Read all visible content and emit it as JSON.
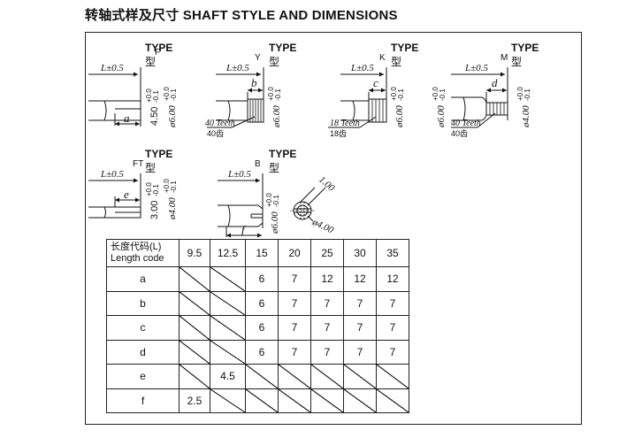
{
  "title": "转轴式样及尺寸  SHAFT STYLE AND DIMENSIONS",
  "common": {
    "type_label": "TYPE",
    "type_cn": "型",
    "length_tol": "L±0.5"
  },
  "types": {
    "F": {
      "code": "F",
      "dim": "a",
      "dia": "4.50",
      "dia_tol_top": "+0.0",
      "dia_tol_bot": "-0.1",
      "od": "ø6.00",
      "od_tol_top": "+0.0",
      "od_tol_bot": "-0.1"
    },
    "Y": {
      "code": "Y",
      "dim": "b",
      "od": "ø6.00",
      "od_tol_top": "+0.0",
      "od_tol_bot": "-0.1",
      "teeth": "40 Teeth",
      "teeth_cn": "40齿"
    },
    "K": {
      "code": "K",
      "dim": "c",
      "od": "ø6.00",
      "od_tol_top": "+0.0",
      "od_tol_bot": "-0.1",
      "teeth": "18 Teeth",
      "teeth_cn": "18齿"
    },
    "M": {
      "code": "M",
      "dim": "d",
      "od": "ø6.00",
      "od_tol_top": "+0.0",
      "od_tol_bot": "-0.1",
      "od2": "ø4.00",
      "od2_tol_top": "+0.0",
      "od2_tol_bot": "-0.1",
      "teeth": "40 Teeth",
      "teeth_cn": "40齿"
    },
    "FT": {
      "code": "FT",
      "dim": "e",
      "dia": "3.00",
      "dia_tol_top": "+0.0",
      "dia_tol_bot": "-0.1",
      "od": "ø4.00",
      "od_tol_top": "+0.0",
      "od_tol_bot": "-0.1"
    },
    "B": {
      "code": "B",
      "dim": "f",
      "od": "ø6.00",
      "od_tol_top": "+0.0",
      "od_tol_bot": "-0.1",
      "slot": "1.00",
      "end_dia": "ø4.00"
    }
  },
  "table": {
    "header_cn": "长度代码(L)",
    "header_en": "Length code",
    "lengths": [
      "9.5",
      "12.5",
      "15",
      "20",
      "25",
      "30",
      "35"
    ],
    "rows": [
      {
        "label": "a",
        "values": [
          "",
          "",
          "6",
          "7",
          "12",
          "12",
          "12"
        ]
      },
      {
        "label": "b",
        "values": [
          "",
          "",
          "6",
          "7",
          "7",
          "7",
          "7"
        ]
      },
      {
        "label": "c",
        "values": [
          "",
          "",
          "6",
          "7",
          "7",
          "7",
          "7"
        ]
      },
      {
        "label": "d",
        "values": [
          "",
          "",
          "6",
          "7",
          "7",
          "7",
          "7"
        ]
      },
      {
        "label": "e",
        "values": [
          "",
          "4.5",
          "",
          "",
          "",
          "",
          ""
        ]
      },
      {
        "label": "f",
        "values": [
          "2.5",
          "",
          "",
          "",
          "",
          "",
          ""
        ]
      }
    ]
  }
}
